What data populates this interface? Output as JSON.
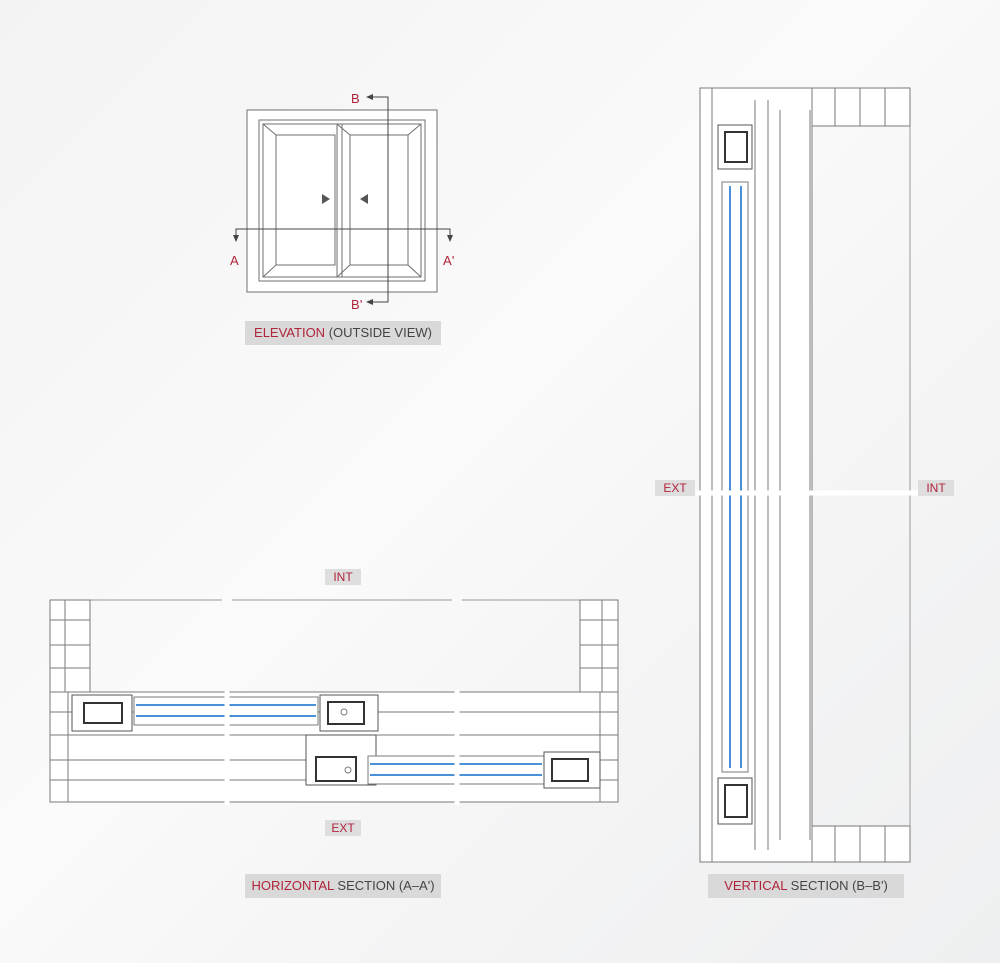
{
  "elevation": {
    "title_accent": "ELEVATION",
    "title_rest": " (OUTSIDE VIEW)",
    "marker_a": "A",
    "marker_a_prime": "A'",
    "marker_b": "B",
    "marker_b_prime": "B'"
  },
  "horizontal_section": {
    "title_accent": "HORIZONTAL",
    "title_rest": " SECTION (A–A')",
    "int_label": "INT",
    "ext_label": "EXT"
  },
  "vertical_section": {
    "title_accent": "VERTICAL",
    "title_rest": " SECTION (B–B')",
    "ext_label": "EXT",
    "int_label": "INT"
  },
  "colors": {
    "accent": "#b0243a",
    "line": "#7a7a7a",
    "glass": "#4a90d9",
    "tag_bg": "#dedede"
  }
}
